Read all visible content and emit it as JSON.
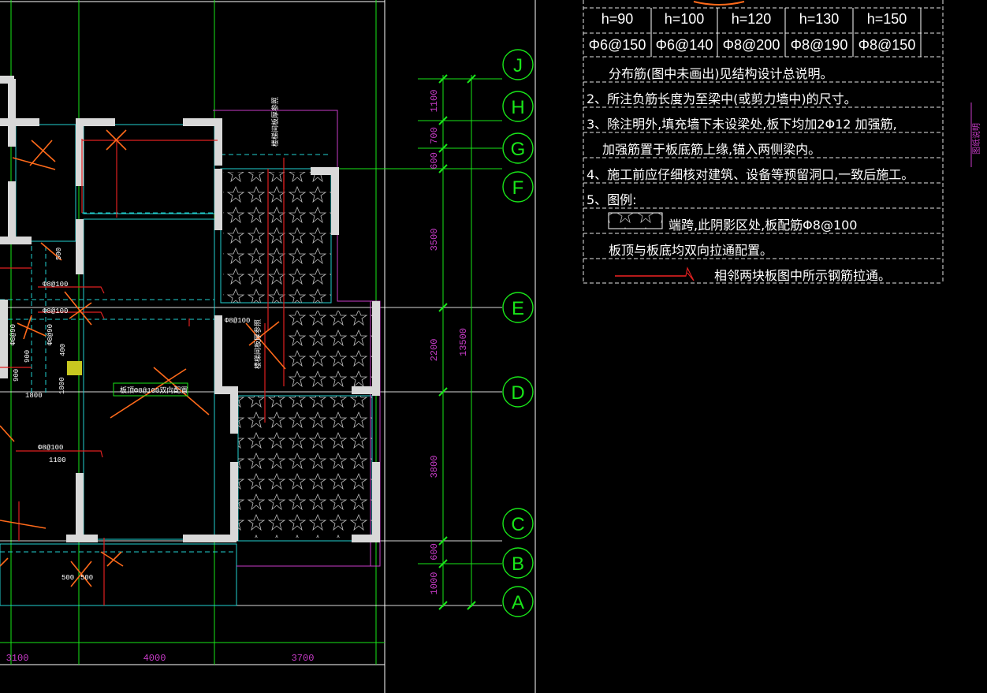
{
  "slab_table": {
    "thickness": [
      "h=90",
      "h=100",
      "h=120",
      "h=130",
      "h=150"
    ],
    "rebar": [
      "Φ6@150",
      "Φ6@140",
      "Φ8@200",
      "Φ8@190",
      "Φ8@150"
    ]
  },
  "notes": [
    "分布筋(图中未画出)见结构设计总说明。",
    "2、所注负筋长度为至梁中(或剪力墙中)的尺寸。",
    "3、除注明外,填充墙下未设梁处,板下均加2Φ12 加强筋,",
    "加强筋置于板底筋上缘,锚入两侧梁内。",
    "4、施工前应仔细核对建筑、设备等预留洞口,一致后施工。",
    "5、图例:",
    "端跨,此阴影区处,板配筋Φ8@100",
    "板顶与板底均双向拉通配置。",
    "相邻两块板图中所示钢筋拉通。"
  ],
  "axes": {
    "rows": [
      "J",
      "H",
      "G",
      "F",
      "E",
      "D",
      "C",
      "B",
      "A"
    ],
    "row_dims": [
      "1100",
      "700",
      "600",
      "3500",
      "2200",
      "3800",
      "600",
      "1000"
    ],
    "total_dim": "13500",
    "bottom_dims": [
      "3100",
      "4000",
      "3700"
    ]
  },
  "plan_labels": {
    "r1": "Φ8@100",
    "r2": "Φ8@100",
    "r3": "Φ8@100",
    "r4": "Φ8@100",
    "r5": "Φ8@90",
    "r6": "Φ8@90",
    "d1": "900",
    "d2": "900",
    "d3": "400",
    "d4": "1800",
    "d5": "1100",
    "d6": "500",
    "d7": "500",
    "d8": "500",
    "d9": "1800",
    "note1": "板顶Φ8@100双向配置",
    "note2": "楼梯间板厚参照",
    "note3": "楼梯间板厚参照",
    "side_note": "图纸说明"
  },
  "colors": {
    "axis_green": "#19e619",
    "grid_white": "#ffffff",
    "wall_fill": "#d8d8d8",
    "dim_magenta": "#c83cc8",
    "rebar_red": "#e02020",
    "orange_cross": "#ff6a1a",
    "cyan": "#22d0d0"
  }
}
